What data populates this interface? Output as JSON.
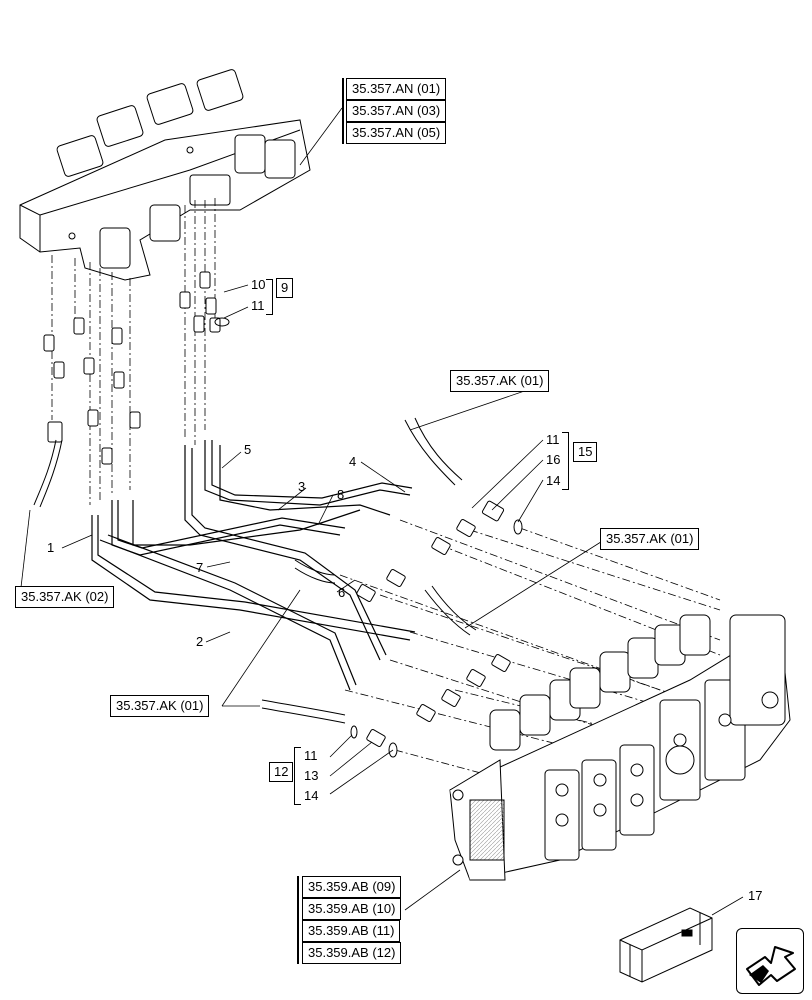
{
  "references": {
    "top_right": [
      "35.357.AN (01)",
      "35.357.AN (03)",
      "35.357.AN (05)"
    ],
    "ak_01_upper": "35.357.AK (01)",
    "ak_01_mid": "35.357.AK (01)",
    "ak_02": "35.357.AK (02)",
    "ak_01_lower": "35.357.AK (01)",
    "bottom": [
      "35.359.AB (09)",
      "35.359.AB (10)",
      "35.359.AB (11)",
      "35.359.AB (12)"
    ]
  },
  "callouts": {
    "c1": "1",
    "c2": "2",
    "c3": "3",
    "c4": "4",
    "c5": "5",
    "c6": "6",
    "c7": "7",
    "c8": "8",
    "c10": "10",
    "c11a": "11",
    "c11b": "11",
    "c16": "16",
    "c14a": "14",
    "c11c": "11",
    "c13": "13",
    "c14b": "14",
    "c17": "17"
  },
  "kits": {
    "k9": "9",
    "k15": "15",
    "k12": "12"
  },
  "icons": {
    "navigation": "next-page-arrow-icon"
  }
}
